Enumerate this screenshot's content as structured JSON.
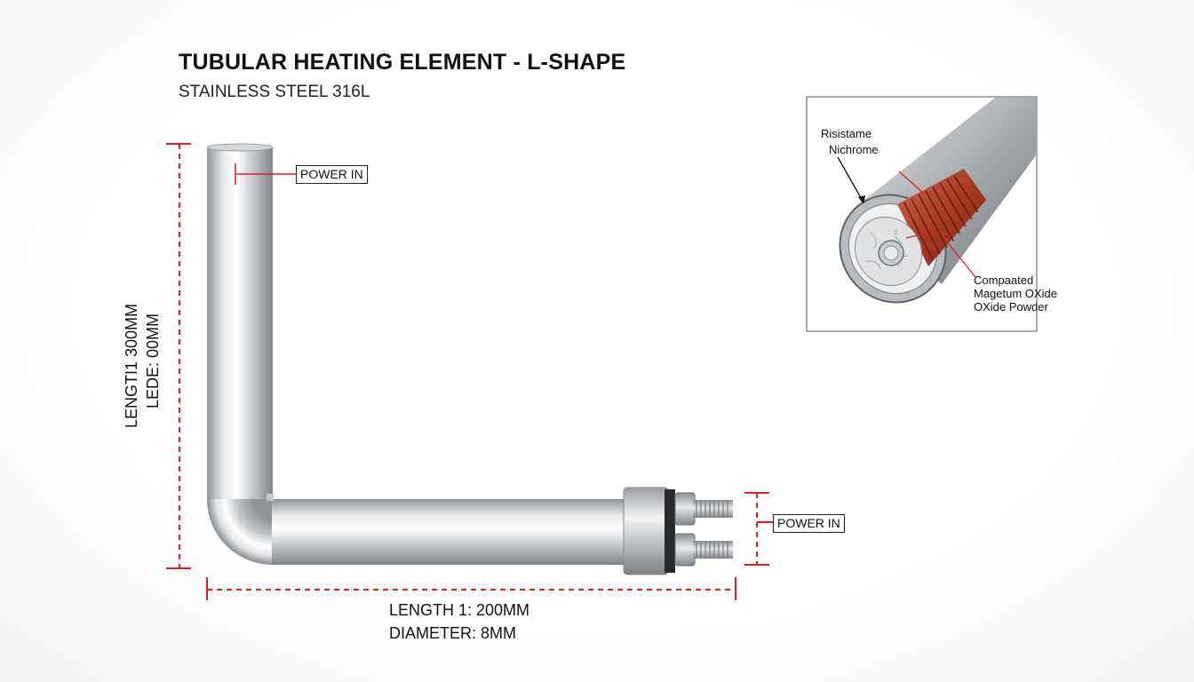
{
  "title": "TUBULAR HEATING ELEMENT - L-SHAPE",
  "subtitle": "STAINLESS STEEL 316L",
  "labels": {
    "power_in_top": "POWER IN",
    "power_in_right": "POWER IN",
    "length_1": "LENGTH 1: 200MM",
    "diameter": "DIAMETER: 8MM",
    "vertical_line_1": "LENGTI1 300MM",
    "vertical_line_2": "LEDE: 00MM"
  },
  "inset": {
    "resistance_line_1": "Risistame",
    "resistance_line_2": "Nichrome",
    "oxide_line_1": "Compaated",
    "oxide_line_2": "Magetum OXide",
    "oxide_line_3": "OXide Powder"
  },
  "colors": {
    "dimension": "#e02020",
    "steel": "#b8bcc0",
    "coil": "#b5442a"
  }
}
